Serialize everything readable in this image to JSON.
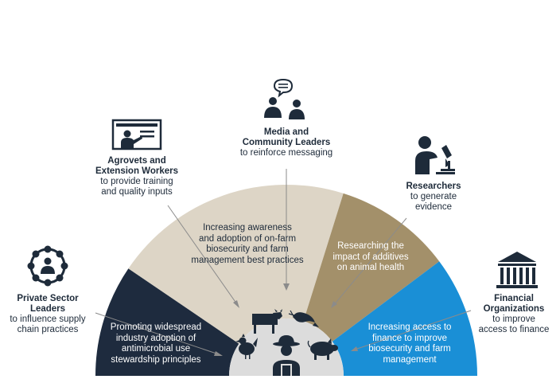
{
  "colors": {
    "navy": "#1e2b3e",
    "beige": "#ddd5c6",
    "khaki": "#a3906a",
    "blue": "#1a8fd6",
    "hub": "#dcdcdc",
    "icon": "#1e2b3a",
    "leader": "#8b8b8b"
  },
  "stakeholders": {
    "private_sector": {
      "title": "Private Sector\nLeaders",
      "subtitle": "to influence supply\nchain practices",
      "icon": "gear-people-icon"
    },
    "agrovets": {
      "title": "Agrovets and\nExtension Workers",
      "subtitle": "to provide training\nand quality inputs",
      "icon": "presentation-board-icon"
    },
    "media": {
      "title": "Media and\nCommunity Leaders",
      "subtitle": "to reinforce messaging",
      "icon": "people-chat-icon"
    },
    "researchers": {
      "title": "Researchers",
      "subtitle": "to generate\nevidence",
      "icon": "microscope-researcher-icon"
    },
    "financial": {
      "title": "Financial\nOrganizations",
      "subtitle": "to improve\naccess to finance",
      "icon": "bank-building-icon"
    }
  },
  "segments": {
    "navy": "Promoting widespread\nindustry adoption of\nantimicrobial use\nstewardship principles",
    "beige": "Increasing awareness\nand adoption of on-farm\nbiosecurity and farm\nmanagement best practices",
    "khaki": "Researching the\nimpact of additives\non animal health",
    "blue": "Increasing access to\nfinance to improve\nbiosecurity and farm\nmanagement"
  },
  "hub_icons": [
    "cow-icon",
    "shrimp-icon",
    "chicken-icon",
    "farmer-icon",
    "pig-icon"
  ]
}
